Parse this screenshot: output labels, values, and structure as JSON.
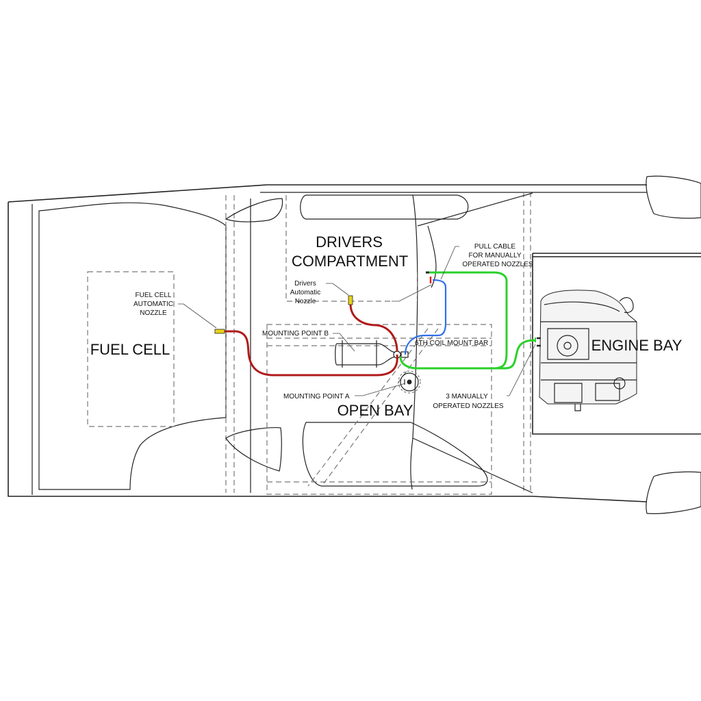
{
  "labels": {
    "fuel_cell": "FUEL CELL",
    "drivers_line1": "DRIVERS",
    "drivers_line2": "COMPARTMENT",
    "open_bay": "OPEN BAY",
    "engine_bay": "ENGINE BAY"
  },
  "callouts": {
    "fuel_cell_nozzle": [
      "FUEL CELL",
      "AUTOMATIC",
      "NOZZLE"
    ],
    "drivers_nozzle": [
      "Drivers",
      "Automatic",
      "Nozzle"
    ],
    "mounting_b": "MOUNTING POINT B",
    "mounting_a": "MOUNTING POINT A",
    "coil_bar": "6TH COIL MOUNT BAR",
    "pull_cable": [
      "PULL CABLE",
      "FOR MANUALLY",
      "OPERATED NOZZLES"
    ],
    "manual_nozzles": [
      "3 MANUALLY",
      "OPERATED NOZZLES"
    ]
  },
  "colors": {
    "auto_line": "#b11a1a",
    "manual_line": "#2ad12a",
    "pull_cable": "#2f6fe8",
    "nozzle": "#e6d21a"
  }
}
